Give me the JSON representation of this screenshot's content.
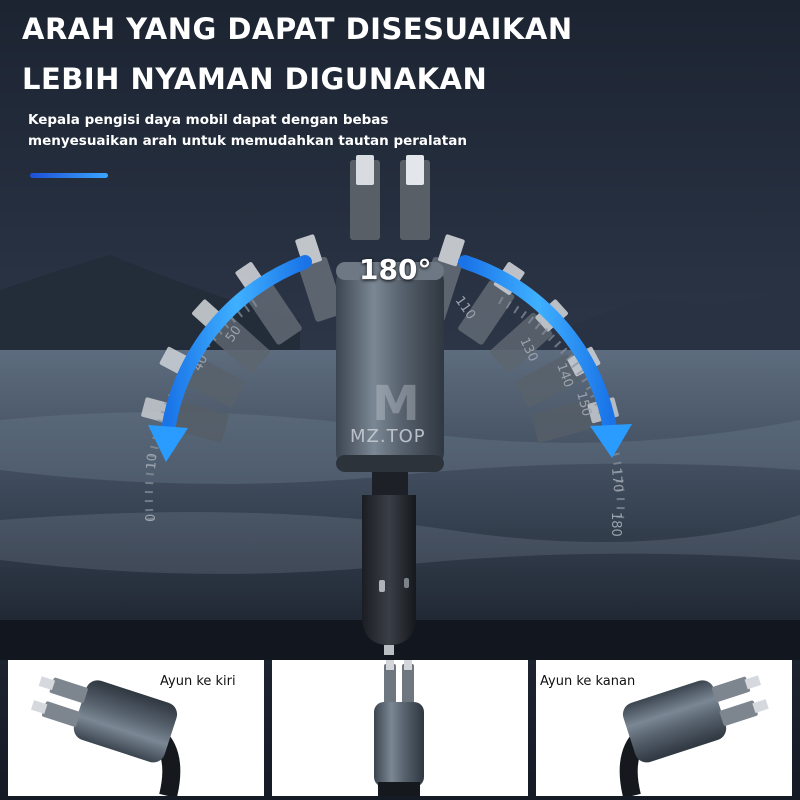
{
  "headline": {
    "line1": "ARAH YANG DAPAT DISESUAIKAN",
    "line2": "LEBIH NYAMAN DIGUNAKAN"
  },
  "description": {
    "line1": "Kepala pengisi daya mobil dapat dengan bebas",
    "line2": "menyesuaikan arah untuk memudahkan tautan peralatan"
  },
  "rotation": {
    "angle_label": "180°",
    "scale_left": [
      "50",
      "40",
      "10",
      "0"
    ],
    "scale_right": [
      "110",
      "130",
      "140",
      "150",
      "170",
      "180"
    ]
  },
  "brand_mark": "MZ.TOP",
  "panels": [
    {
      "label": "Ayun ke kiri"
    },
    {
      "label": ""
    },
    {
      "label": "Ayun ke kanan"
    }
  ],
  "colors": {
    "arrow": "#1e8cff",
    "device_body": "#4a5561",
    "accent_bar": "#2a7bf0"
  }
}
